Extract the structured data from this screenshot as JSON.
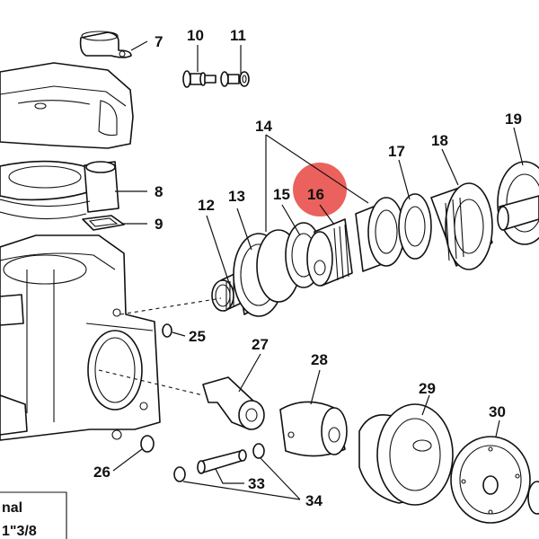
{
  "highlight_color": "#e53935",
  "callouts": [
    {
      "id": "7",
      "label": "7"
    },
    {
      "id": "8",
      "label": "8"
    },
    {
      "id": "9",
      "label": "9"
    },
    {
      "id": "10",
      "label": "10"
    },
    {
      "id": "11",
      "label": "11"
    },
    {
      "id": "12",
      "label": "12"
    },
    {
      "id": "13",
      "label": "13"
    },
    {
      "id": "14",
      "label": "14"
    },
    {
      "id": "15",
      "label": "15"
    },
    {
      "id": "16",
      "label": "16",
      "highlighted": true
    },
    {
      "id": "17",
      "label": "17"
    },
    {
      "id": "18",
      "label": "18"
    },
    {
      "id": "19",
      "label": "19"
    },
    {
      "id": "25",
      "label": "25"
    },
    {
      "id": "26",
      "label": "26"
    },
    {
      "id": "27",
      "label": "27"
    },
    {
      "id": "28",
      "label": "28"
    },
    {
      "id": "29",
      "label": "29"
    },
    {
      "id": "30",
      "label": "30"
    },
    {
      "id": "33",
      "label": "33"
    },
    {
      "id": "34",
      "label": "34"
    }
  ],
  "spec_box": {
    "line1": "nal",
    "line2": "1\"3/8"
  }
}
